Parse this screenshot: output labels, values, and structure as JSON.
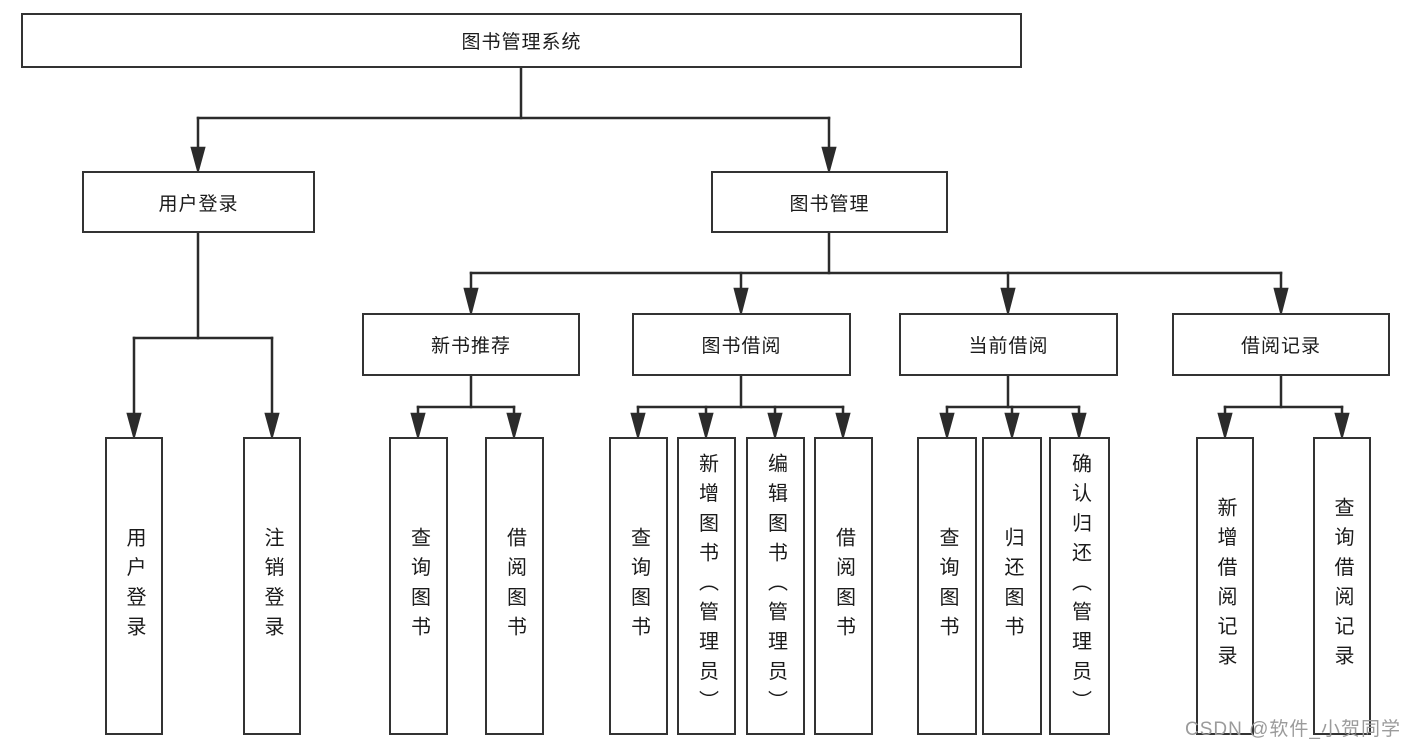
{
  "tree": {
    "label": "图书管理系统",
    "children": [
      {
        "label": "用户登录",
        "children": [
          {
            "label": "用户登录"
          },
          {
            "label": "注销登录"
          }
        ]
      },
      {
        "label": "图书管理",
        "children": [
          {
            "label": "新书推荐",
            "children": [
              {
                "label": "查询图书"
              },
              {
                "label": "借阅图书"
              }
            ]
          },
          {
            "label": "图书借阅",
            "children": [
              {
                "label": "查询图书"
              },
              {
                "label": "新增图书（管理员）"
              },
              {
                "label": "编辑图书（管理员）"
              },
              {
                "label": "借阅图书"
              }
            ]
          },
          {
            "label": "当前借阅",
            "children": [
              {
                "label": "查询图书"
              },
              {
                "label": "归还图书"
              },
              {
                "label": "确认归还（管理员）"
              }
            ]
          },
          {
            "label": "借阅记录",
            "children": [
              {
                "label": "新增借阅记录"
              },
              {
                "label": "查询借阅记录"
              }
            ]
          }
        ]
      }
    ]
  },
  "watermark": {
    "text": "CSDN @软件_小贺同学"
  },
  "colors": {
    "box_border": "#333333",
    "connector_line": "#2b2b2b",
    "label_text": "#1b1b1b",
    "watermark_text": "#9b9b9b",
    "background": "#ffffff"
  }
}
